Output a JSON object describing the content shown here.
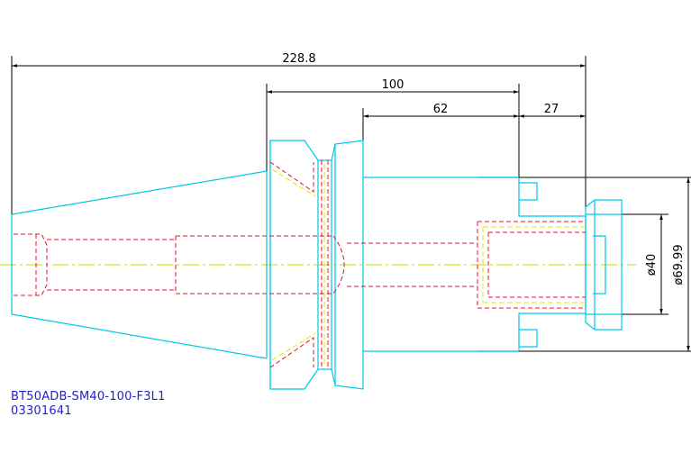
{
  "dimensions": {
    "overall_length": "228.8",
    "flange_to_end": "100",
    "body_length": "62",
    "nose_length": "27",
    "bore_diameter": "ø40",
    "outer_diameter": "ø69.99"
  },
  "part": {
    "number": "BT50ADB-SM40-100-F3L1",
    "code": "03301641"
  },
  "colors": {
    "outline": "#00c8e8",
    "hidden": "#e8102a",
    "coolant": "#e8e000",
    "dimension": "#000000",
    "label": "#2222cc"
  }
}
